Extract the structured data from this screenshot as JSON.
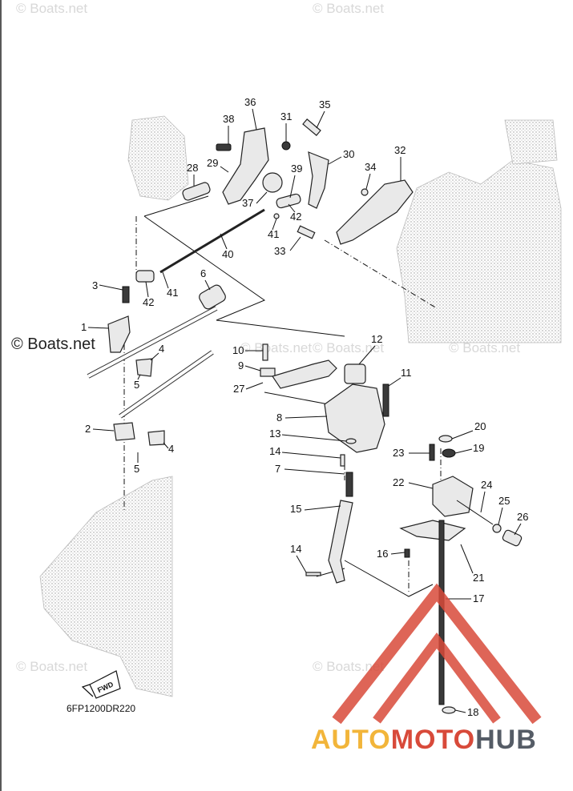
{
  "watermarks": [
    "© Boats.net",
    "© Boats.net",
    "© Boats.net",
    "© Boats.net",
    "© Boats.net",
    "© Boats.net",
    "© Boats.net"
  ],
  "main_watermark": "© Boats.net",
  "diagram_code": "6FP1200DR220",
  "fwd_label": "FWD",
  "logo": {
    "part1": "AUTO",
    "part2": "MOTO",
    "part3": "HUB"
  },
  "colors": {
    "logo_yellow": "#f2b53a",
    "logo_red": "#d84a3a",
    "logo_gray": "#555c66",
    "triangle_red": "#d84a3a"
  },
  "callouts": [
    "36",
    "38",
    "31",
    "35",
    "28",
    "29",
    "30",
    "32",
    "34",
    "37",
    "39",
    "42",
    "41",
    "33",
    "40",
    "3",
    "41",
    "42",
    "6",
    "1",
    "4",
    "5",
    "10",
    "9",
    "12",
    "11",
    "27",
    "8",
    "2",
    "4",
    "5",
    "13",
    "20",
    "23",
    "19",
    "14",
    "7",
    "22",
    "24",
    "25",
    "15",
    "26",
    "14",
    "16",
    "21",
    "17",
    "18"
  ]
}
